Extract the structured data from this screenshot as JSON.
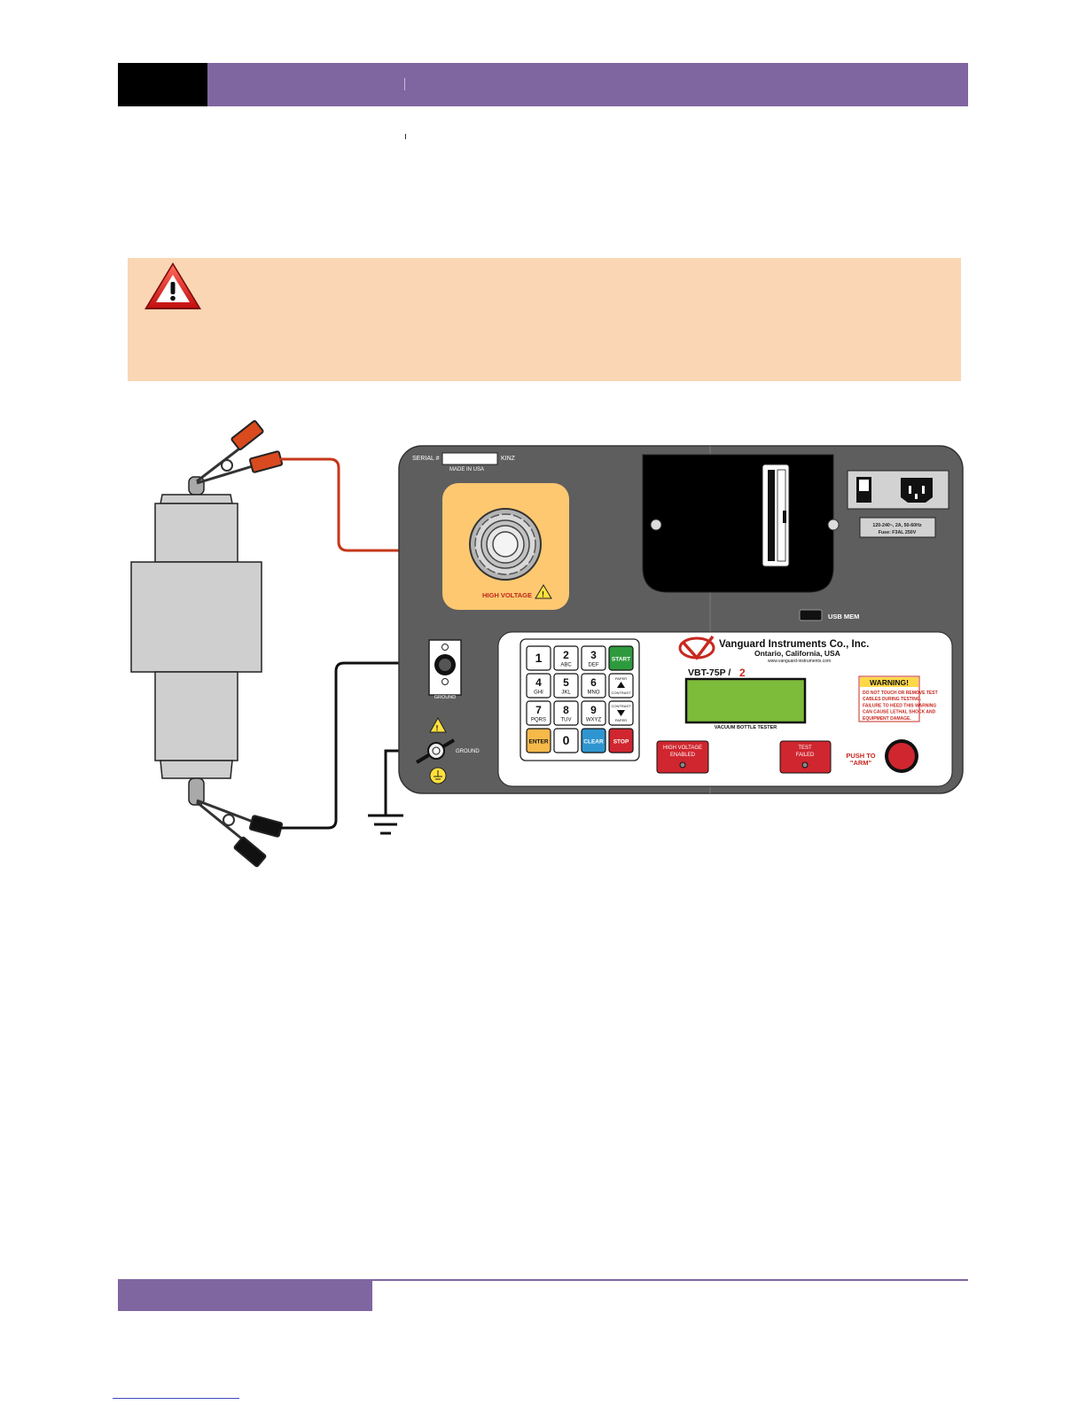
{
  "panel": {
    "serial_label": "SERIAL #",
    "kinz": "KINZ",
    "made_in": "MADE IN USA",
    "high_voltage": "HIGH VOLTAGE",
    "fuse_line1": "120-240~, 2A, 50-60Hz",
    "fuse_line2": "Fuse: F3AL 250V",
    "usb": "USB MEM",
    "ground_connector": "GROUND",
    "ground_post": "GROUND",
    "company": "Vanguard Instruments Co., Inc.",
    "location": "Ontario, California, USA",
    "website": "www.vanguard-instruments.com",
    "model": "VBT-75P /",
    "model_suffix": "2",
    "subtitle": "VACUUM BOTTLE TESTER",
    "warning_title": "WARNING!",
    "warning_lines": [
      "DO NOT TOUCH OR REMOVE TEST",
      "CABLES DURING TESTING.",
      "FAILURE TO HEED THIS WARNING",
      "CAN CAUSE LETHAL SHOCK AND",
      "EQUIPMENT DAMAGE."
    ],
    "hv_enabled_line1": "HIGH VOLTAGE",
    "hv_enabled_line2": "ENABLED",
    "test_failed_line1": "TEST",
    "test_failed_line2": "FAILED",
    "push_line1": "PUSH TO",
    "push_line2": "\"ARM\""
  },
  "keypad": {
    "keys": [
      {
        "main": "1",
        "sub": ""
      },
      {
        "main": "2",
        "sub": "ABC"
      },
      {
        "main": "3",
        "sub": "DEF"
      },
      {
        "main": "START",
        "sub": ""
      },
      {
        "main": "4",
        "sub": "GHI"
      },
      {
        "main": "5",
        "sub": "JKL"
      },
      {
        "main": "6",
        "sub": "MNO"
      },
      {
        "main": "PAPER",
        "sub": "CONTRAST"
      },
      {
        "main": "7",
        "sub": "PQRS"
      },
      {
        "main": "8",
        "sub": "TUV"
      },
      {
        "main": "9",
        "sub": "WXYZ"
      },
      {
        "main": "CONTRAST",
        "sub": "PAPER"
      },
      {
        "main": "ENTER",
        "sub": ""
      },
      {
        "main": "0",
        "sub": ""
      },
      {
        "main": "CLEAR",
        "sub": ""
      },
      {
        "main": "STOP",
        "sub": ""
      }
    ]
  },
  "colors": {
    "header_purple": "#8066a0",
    "warning_bg": "#fad6b4",
    "panel_gray": "#5e5e5e",
    "hv_orange": "#fdc870",
    "start_green": "#2e9a3e",
    "enter_yellow": "#f6b94a",
    "clear_blue": "#2f95d0",
    "stop_red": "#d0262f"
  }
}
